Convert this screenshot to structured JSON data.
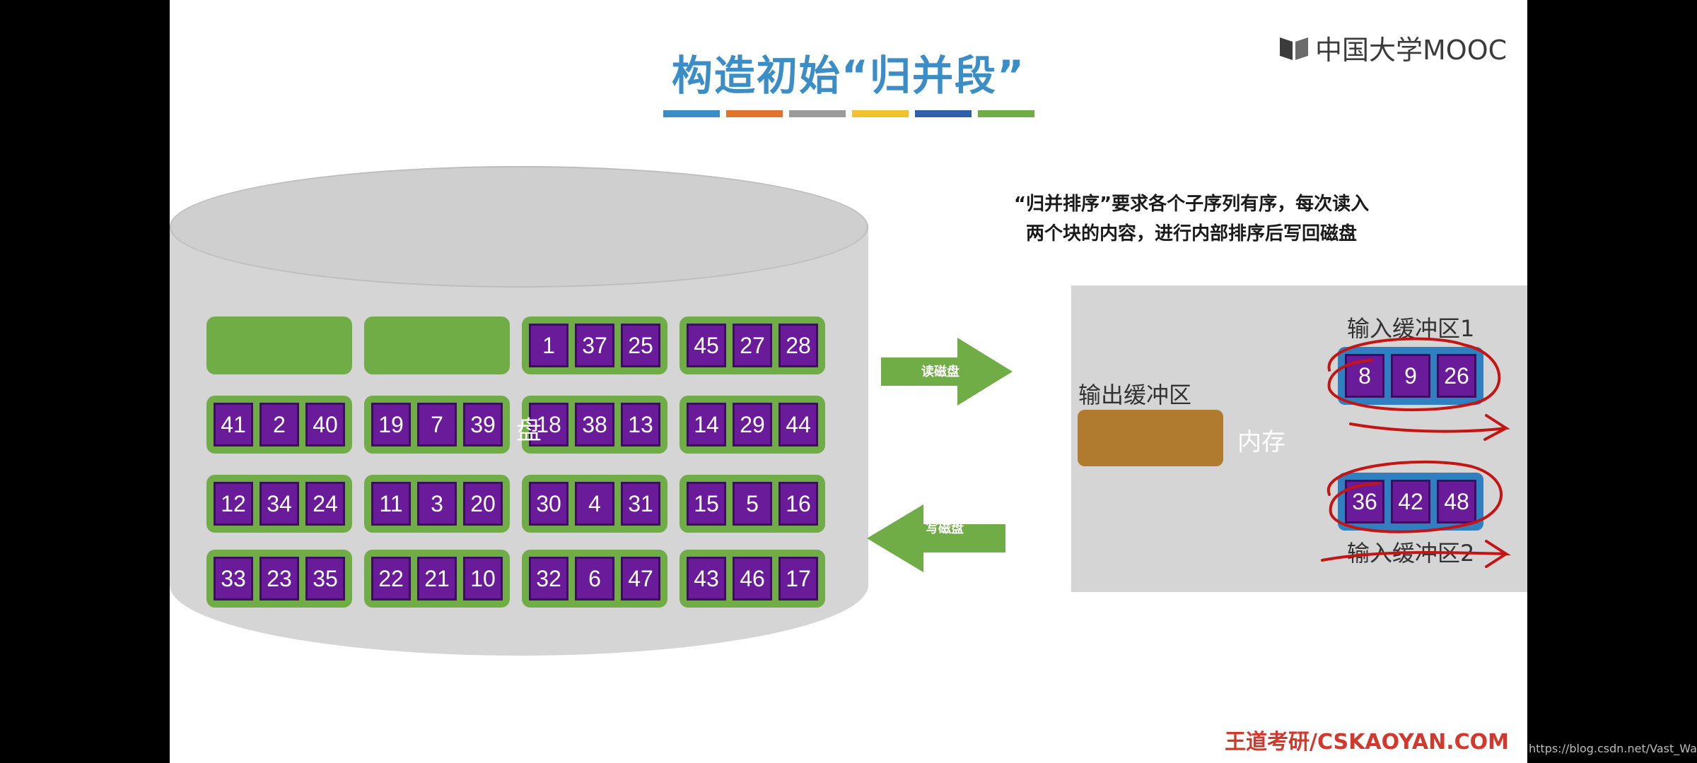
{
  "title": "构造初始“归并段”",
  "stripe_colors": [
    "#3a8dc6",
    "#e2732a",
    "#9b9b9b",
    "#f2c12e",
    "#2f5eab",
    "#70ad47"
  ],
  "logo_text": "中国大学MOOC",
  "disk": {
    "partial_char": "盘",
    "rows": [
      [
        [],
        [],
        [
          "1",
          "37",
          "25"
        ],
        [
          "45",
          "27",
          "28"
        ]
      ],
      [
        [
          "41",
          "2",
          "40"
        ],
        [
          "19",
          "7",
          "39"
        ],
        [
          "18",
          "38",
          "13"
        ],
        [
          "14",
          "29",
          "44"
        ]
      ],
      [
        [
          "12",
          "34",
          "24"
        ],
        [
          "11",
          "3",
          "20"
        ],
        [
          "30",
          "4",
          "31"
        ],
        [
          "15",
          "5",
          "16"
        ]
      ],
      [
        [
          "33",
          "23",
          "35"
        ],
        [
          "22",
          "21",
          "10"
        ],
        [
          "32",
          "6",
          "47"
        ],
        [
          "43",
          "46",
          "17"
        ]
      ]
    ]
  },
  "arrows": {
    "read_label": "读磁盘",
    "write_label": "写磁盘"
  },
  "intro": {
    "line1": "“归并排序”要求各个子序列有序，每次读入",
    "line2": "两个块的内容，进行内部排序后写回磁盘"
  },
  "memory": {
    "label": "内存",
    "output_label": "输出缓冲区",
    "input1_label": "输入缓冲区1",
    "input1_values": [
      "8",
      "9",
      "26"
    ],
    "input2_label": "输入缓冲区2",
    "input2_values": [
      "36",
      "42",
      "48"
    ]
  },
  "footer": "王道考研/CSKAOYAN.COM",
  "watermark": "https://blog.csdn.net/Vast_Wang"
}
